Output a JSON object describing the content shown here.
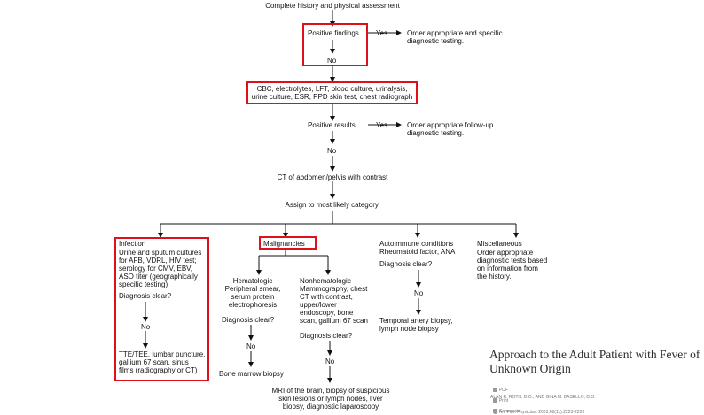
{
  "flow": {
    "start": "Complete history and physical assessment",
    "positive_findings": "Positive findings",
    "yes": "Yes",
    "order_specific": "Order appropriate and specific\ndiagnostic testing.",
    "no": "No",
    "labs": "CBC, electrolytes, LFT, blood culture, urinalysis,\nurine culture, ESR, PPD skin test, chest radiograph",
    "positive_results": "Positive results",
    "order_followup": "Order appropriate follow-up\ndiagnostic testing.",
    "ct": "CT of abdomen/pelvis with contrast",
    "assign": "Assign to most likely category."
  },
  "infection": {
    "title": "Infection",
    "tests": "Urine and sputum cultures\nfor AFB, VDRL, HIV test;\nserology for CMV, EBV,\nASO titer (geographically\nspecific testing)",
    "clear": "Diagnosis clear?",
    "no": "No",
    "next": "TTE/TEE, lumbar puncture,\ngallium 67 scan, sinus\nfilms (radiography or CT)"
  },
  "malignancies": {
    "title": "Malignancies",
    "hematologic": "Hematologic\nPeripheral smear,\nserum protein\nelectrophoresis",
    "hem_clear": "Diagnosis clear?",
    "hem_no": "No",
    "bone_marrow": "Bone marrow biopsy",
    "nonhematologic": "Nonhematologic\nMammography, chest\nCT with contrast,\nupper/lower\nendoscopy, bone\nscan, gallium 67 scan",
    "non_clear": "Diagnosis clear?",
    "non_no": "No",
    "mri": "MRI of the brain, biopsy of suspicious\nskin lesions or lymph nodes, liver\nbiopsy, diagnostic laparoscopy"
  },
  "autoimmune": {
    "title": "Autoimmune conditions\nRheumatoid factor, ANA",
    "clear": "Diagnosis clear?",
    "no": "No",
    "next": "Temporal artery biopsy,\nlymph node biopsy"
  },
  "misc": {
    "title": "Miscellaneous",
    "text": "Order appropriate\ndiagnostic tests based\non information from\nthe history."
  },
  "article": {
    "title": "Approach to the Adult Patient with Fever of\nUnknown Origin",
    "pdf": "PDF",
    "print": "Print",
    "comments": "Comments",
    "authors": "ALAN R. ROTH, D.O., AND GINA M. BASELLO, D.O.",
    "citation": "Am Fam Physician. 2003;68(11):2223-2229"
  },
  "colors": {
    "highlight": "#e0101a",
    "line": "#111111"
  }
}
